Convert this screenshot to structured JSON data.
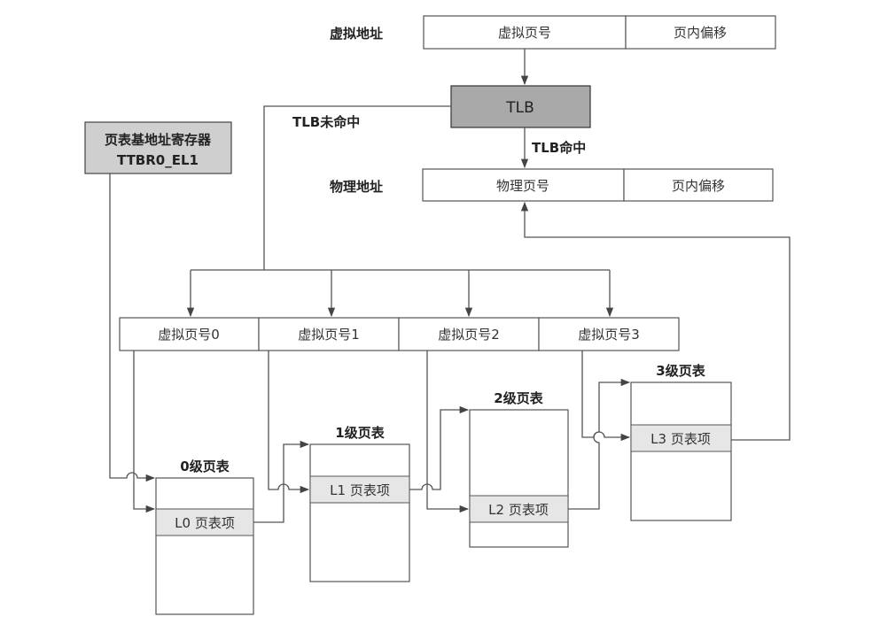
{
  "virtual_address": {
    "label": "虚拟地址",
    "page_number": "虚拟页号",
    "offset": "页内偏移"
  },
  "tlb": {
    "label": "TLB",
    "miss_label": "TLB未命中",
    "hit_label": "TLB命中"
  },
  "physical_address": {
    "label": "物理地址",
    "page_number": "物理页号",
    "offset": "页内偏移"
  },
  "base_register": {
    "line1": "页表基地址寄存器",
    "line2": "TTBR0_EL1"
  },
  "vpn_segments": [
    "虚拟页号0",
    "虚拟页号1",
    "虚拟页号2",
    "虚拟页号3"
  ],
  "tables": [
    {
      "title": "0级页表",
      "entry": "L0 页表项"
    },
    {
      "title": "1级页表",
      "entry": "L1 页表项"
    },
    {
      "title": "2级页表",
      "entry": "L2 页表项"
    },
    {
      "title": "3级页表",
      "entry": "L3 页表项"
    }
  ],
  "colors": {
    "tlb_fill": "#a9a9a9",
    "register_fill": "#cfcfcf",
    "entry_fill": "#e6e6e6",
    "line": "#555555"
  }
}
